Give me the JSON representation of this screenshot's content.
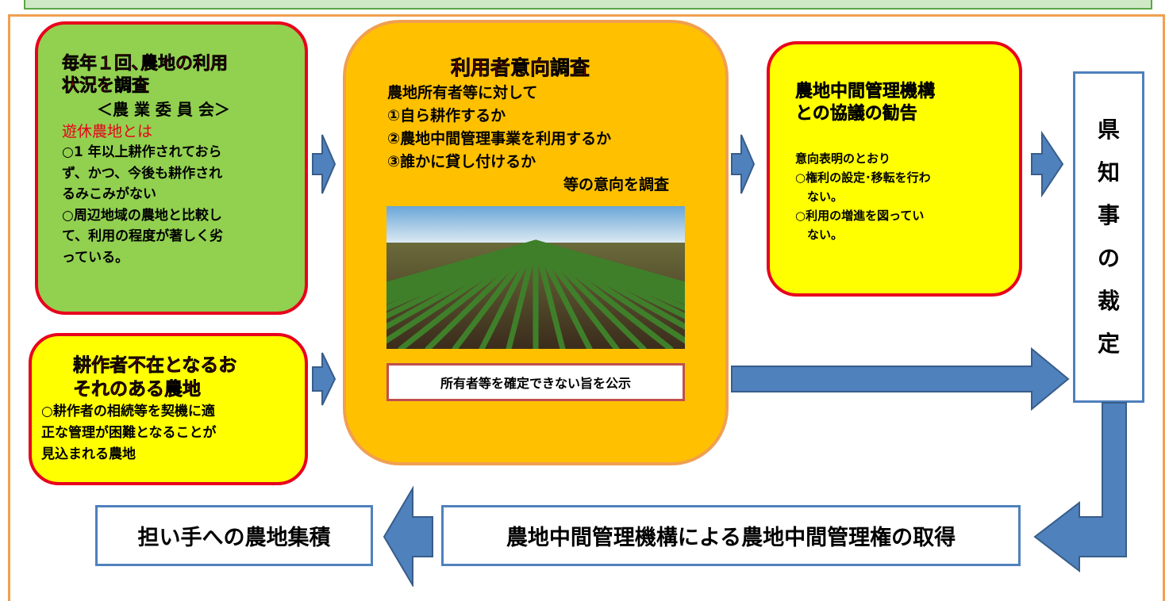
{
  "green_box": {
    "title_1": "毎年１回､農地の利用",
    "title_2": "状況を調査",
    "committee": "＜農 業 委 員 会＞",
    "definition_label": "遊休農地とは",
    "items": [
      "○1 年以上耕作されておら",
      "ず、かつ、今後も耕作され",
      "るみこみがない",
      "○周辺地域の農地と比較し",
      "て、利用の程度が著しく劣",
      "っている。"
    ]
  },
  "yellow_left_box": {
    "title_1": "耕作者不在となるお",
    "title_2": "それのある農地",
    "items": [
      "○耕作者の相続等を契機に適",
      "正な管理が困難となることが",
      "見込まれる農地"
    ]
  },
  "orange_box": {
    "title": "利用者意向調査",
    "intro": "農地所有者等に対して",
    "options": [
      "①自ら耕作するか",
      "②農地中間管理事業を利用するか",
      "③誰かに貸し付けるか"
    ],
    "closing": "等の意向を調査",
    "announcement": "所有者等を確定できない旨を公示"
  },
  "yellow_right_box": {
    "title_1": "農地中間管理機構",
    "title_2": "との協議の勧告",
    "subtitle": "意向表明のとおり",
    "items": [
      "○権利の設定･移転を行わ",
      "　ない。",
      "○利用の増進を図ってい",
      "　ない。"
    ]
  },
  "governor_box": {
    "chars": [
      "県",
      "知",
      "事",
      "の",
      "裁",
      "定"
    ]
  },
  "bottom": {
    "acquisition": "農地中間管理機構による農地中間管理権の取得",
    "consolidation": "担い手への農地集積"
  },
  "colors": {
    "green": "#92d050",
    "yellow": "#ffff00",
    "orange": "#ffc000",
    "red_border": "#e8001c",
    "arrow_blue": "#4f81bd"
  }
}
